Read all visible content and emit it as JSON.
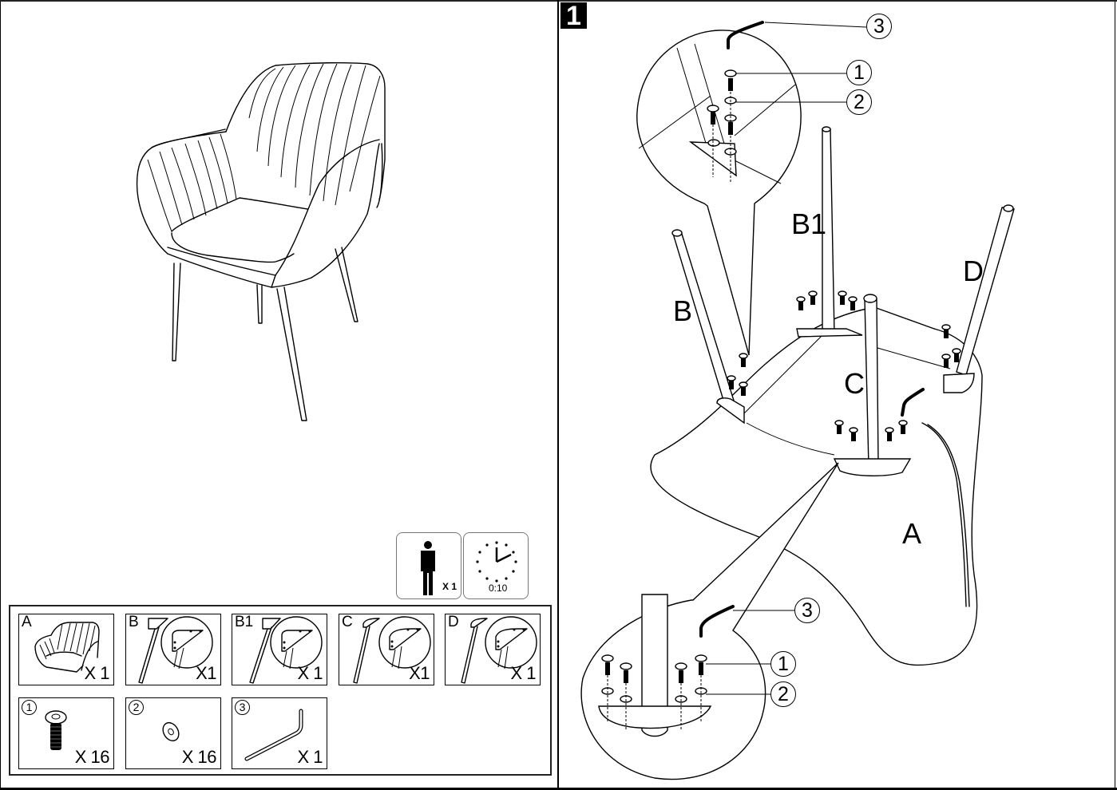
{
  "step": {
    "number": "1"
  },
  "info": {
    "persons_qty": "X 1",
    "time": "0:10"
  },
  "parts": [
    {
      "id": "A",
      "name": "seat",
      "qty": "X 1",
      "circled": false
    },
    {
      "id": "B",
      "name": "leg-b",
      "qty": "X1",
      "circled": false
    },
    {
      "id": "B1",
      "name": "leg-b1",
      "qty": "X 1",
      "circled": false
    },
    {
      "id": "C",
      "name": "leg-c",
      "qty": "X1",
      "circled": false
    },
    {
      "id": "D",
      "name": "leg-d",
      "qty": "X 1",
      "circled": false
    },
    {
      "id": "1",
      "name": "bolt",
      "qty": "X 16",
      "circled": true
    },
    {
      "id": "2",
      "name": "washer",
      "qty": "X 16",
      "circled": true
    },
    {
      "id": "3",
      "name": "allen-key",
      "qty": "X 1",
      "circled": true
    }
  ],
  "diagram": {
    "leg_labels": {
      "b": "B",
      "b1": "B1",
      "c": "C",
      "d": "D",
      "seat": "A"
    },
    "callouts_top": [
      "3",
      "1",
      "2"
    ],
    "callouts_bottom": [
      "3",
      "1",
      "2"
    ]
  }
}
